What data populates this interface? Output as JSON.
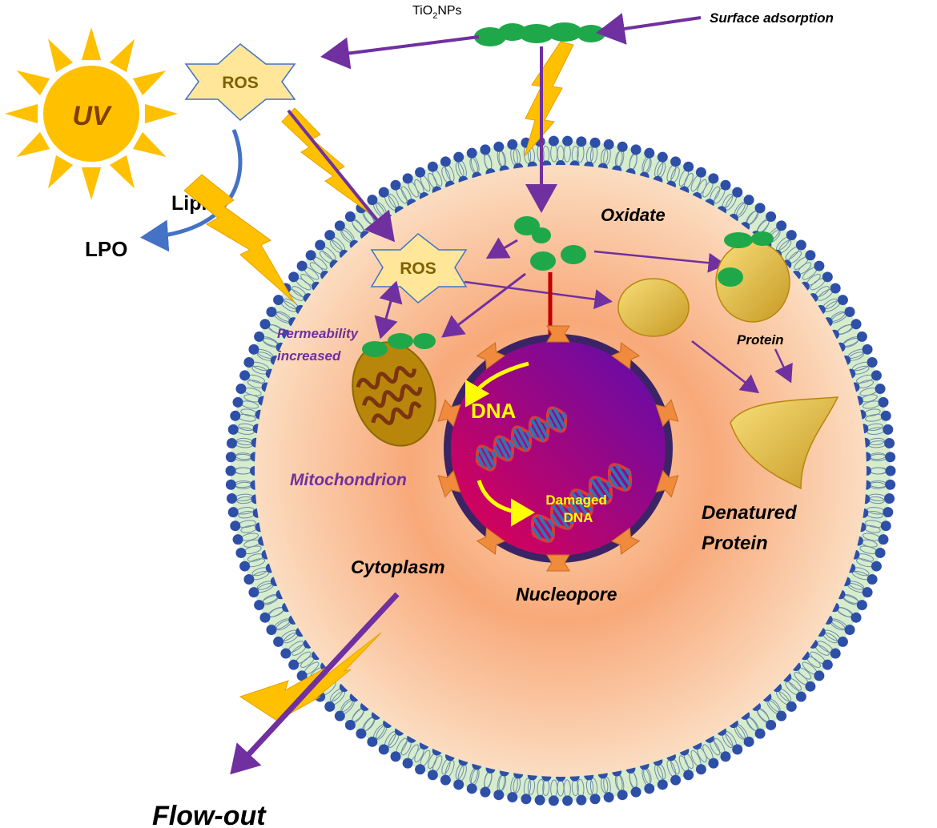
{
  "labels": {
    "uv": "UV",
    "ros_outer": "ROS",
    "ros_inner": "ROS",
    "tio2_main": "TiO",
    "tio2_sub": "2",
    "tio2_tail": "NPs",
    "surface_adsorption": "Surface adsorption",
    "lipid": "Lipid",
    "lpo": "LPO",
    "oxidate": "Oxidate",
    "permeability_line1": "Permeability",
    "permeability_line2": "increased",
    "mitochondrion": "Mitochondrion",
    "protein": "Protein",
    "denatured_line1": "Denatured",
    "denatured_line2": "Protein",
    "dna": "DNA",
    "damaged_line1": "Damaged",
    "damaged_line2": "DNA",
    "cytoplasm": "Cytoplasm",
    "nucleopore": "Nucleopore",
    "flow_out": "Flow-out"
  },
  "colors": {
    "sun": "#FFC000",
    "uv_text": "#7F3F00",
    "membrane_head": "#2E4FA8",
    "membrane_tail": "#C9E4C5",
    "cytoplasm_outer": "#F7C893",
    "cytoplasm_inner": "#F8A97A",
    "arrow_purple": "#7030A0",
    "arrow_blue": "#4472C4",
    "arrow_red": "#C00000",
    "arrow_yellow": "#FFFF00",
    "ros_fill": "#FFE699",
    "ros_text": "#7F6000",
    "nanoparticle": "#1FA84A",
    "lightning": "#FFC000",
    "protein_fill": "#E8C14A",
    "mito_fill": "#B8860B",
    "mito_crista": "#8B4513",
    "nucleus_a": "#E5004F",
    "nucleus_b": "#6A0DAD",
    "nuclear_envelope": "#3B2466",
    "nucleopore": "#F08A3C",
    "dna_strand": "#E03A2F",
    "dna_rung": "#2E75B6"
  }
}
